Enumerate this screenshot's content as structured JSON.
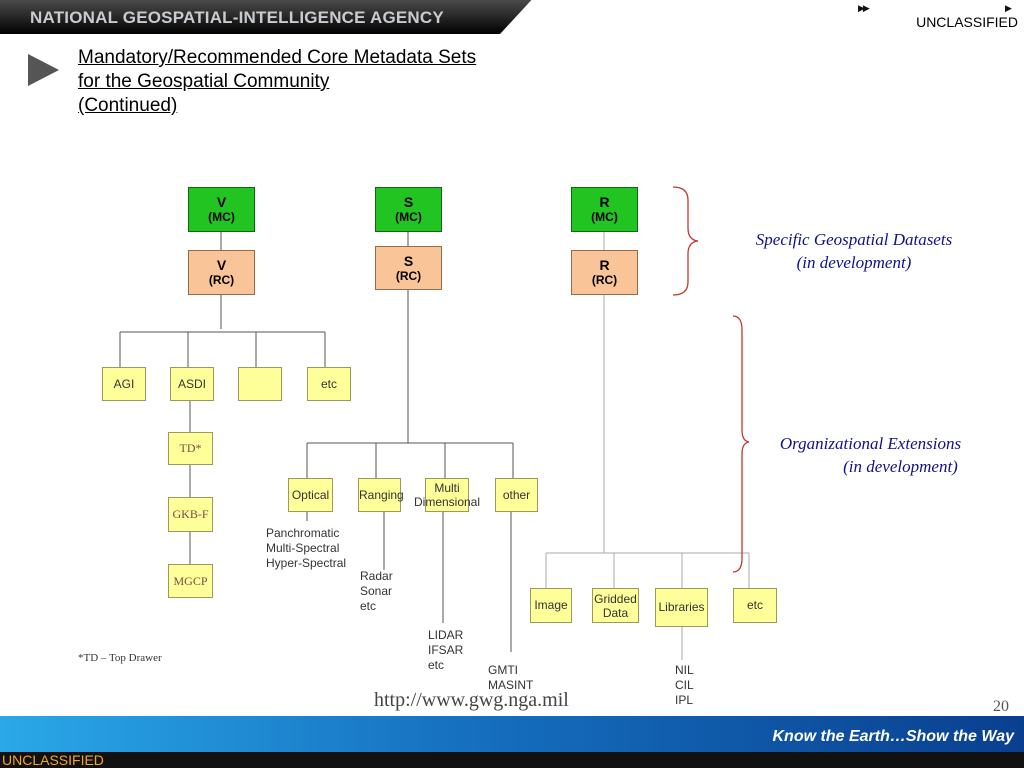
{
  "header": {
    "agency": "NATIONAL GEOSPATIAL-INTELLIGENCE AGENCY",
    "classification": "UNCLASSIFIED",
    "arrow_glyph": "▶▶"
  },
  "title_lines": [
    "Mandatory/Recommended Core Metadata Sets",
    "for the Geospatial Community",
    "(Continued)"
  ],
  "core_sets": {
    "v_mc": {
      "letter": "V",
      "sub": "(MC)"
    },
    "s_mc": {
      "letter": "S",
      "sub": "(MC)"
    },
    "r_mc": {
      "letter": "R",
      "sub": "(MC)"
    },
    "v_rc": {
      "letter": "V",
      "sub": "(RC)"
    },
    "s_rc": {
      "letter": "S",
      "sub": "(RC)"
    },
    "r_rc": {
      "letter": "R",
      "sub": "(RC)"
    }
  },
  "v_children": [
    "AGI",
    "ASDI",
    "",
    "etc"
  ],
  "v_chain": [
    "TD*",
    "GKB-F",
    "MGCP"
  ],
  "s_children": [
    "Optical",
    "Ranging",
    "Multi Dimensional",
    "other"
  ],
  "s_children_multi": {
    "line1": "Multi",
    "line2": "Dimensional"
  },
  "s_notes": {
    "optical": [
      "Panchromatic",
      "Multi-Spectral",
      "Hyper-Spectral"
    ],
    "ranging": [
      "Radar",
      "Sonar",
      "etc"
    ],
    "multi": [
      "LIDAR",
      "IFSAR",
      "etc"
    ],
    "other": [
      "GMTI",
      "MASINT"
    ]
  },
  "r_children": {
    "image": "Image",
    "gridded_line1": "Gridded",
    "gridded_line2": "Data",
    "libraries": "Libraries",
    "etc": "etc"
  },
  "r_notes": [
    "NIL",
    "CIL",
    "IPL"
  ],
  "annotations": {
    "specific_line1": "Specific Geospatial Datasets",
    "specific_line2": "(in development)",
    "org_line1": "Organizational Extensions",
    "org_line2": "(in development)"
  },
  "footnote": "*TD – Top Drawer",
  "url": "http://www.gwg.nga.mil",
  "page_number": "20",
  "footer": {
    "slogan": "Know the Earth…Show the Way",
    "classification": "UNCLASSIFIED"
  },
  "colors": {
    "mandatory_core": "#22c422",
    "recommended_core": "#f8c498",
    "extension": "#ffff99",
    "bracket": "#c0392b",
    "annotation_text": "#10108a"
  }
}
